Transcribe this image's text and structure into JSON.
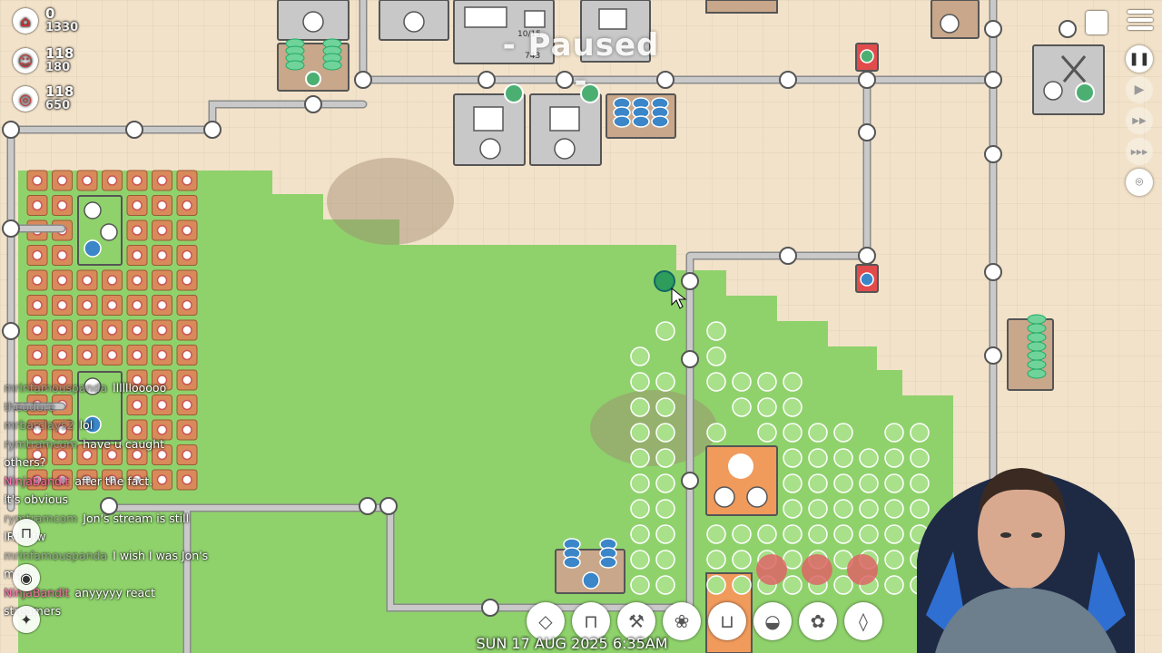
{
  "hud": {
    "stats": [
      {
        "name": "population",
        "icon": "house-icon",
        "value": "0",
        "max": "1330"
      },
      {
        "name": "happiness",
        "icon": "face-icon",
        "value": "118",
        "max": "180"
      },
      {
        "name": "target",
        "icon": "target-icon",
        "value": "118",
        "max": "650"
      }
    ],
    "paused_label": "- Paused -",
    "store_counter": {
      "top": "10/15",
      "bottom": "743"
    }
  },
  "right_controls": [
    {
      "name": "pause-button",
      "icon": "pause-icon",
      "glyph": "❚❚"
    },
    {
      "name": "play-button",
      "icon": "play-icon",
      "glyph": "▶"
    },
    {
      "name": "fast-button",
      "icon": "fast-forward-icon",
      "glyph": "▶▶"
    },
    {
      "name": "fastest-button",
      "icon": "fastest-icon",
      "glyph": "▶▶▶"
    },
    {
      "name": "screenshot-button",
      "icon": "camera-icon",
      "glyph": "⌾"
    }
  ],
  "chat": [
    {
      "user": "mrinfamouspanda",
      "text": "llllllooooo",
      "style": "dark"
    },
    {
      "user": "theodore",
      "text": "",
      "style": "dark"
    },
    {
      "user": "mrbarclays2",
      "text": "lol",
      "style": "dark"
    },
    {
      "user": "rymtramcom",
      "text": "have u caught",
      "style": "dark"
    },
    {
      "user": "",
      "text": "others?",
      "style": ""
    },
    {
      "user": "NinjaBandit",
      "text": "after the fact.",
      "style": "pink"
    },
    {
      "user": "",
      "text": "It's obvious",
      "style": ""
    },
    {
      "user": "rymtramcom",
      "text": "Jon's stream is still",
      "style": "dark"
    },
    {
      "user": "",
      "text": "IRL btw",
      "style": ""
    },
    {
      "user": "mrinfamouspanda",
      "text": "I wish I was Jon's",
      "style": "dark"
    },
    {
      "user": "",
      "text": "mod",
      "style": ""
    },
    {
      "user": "NinjaBandit",
      "text": "anyyyyy react",
      "style": "pink"
    },
    {
      "user": "",
      "text": "streamers",
      "style": ""
    }
  ],
  "toolbar": [
    {
      "name": "diamond-tool",
      "icon": "diamond-icon",
      "glyph": "◇"
    },
    {
      "name": "sofa-tool",
      "icon": "sofa-icon",
      "glyph": "⊓"
    },
    {
      "name": "hammer-tool",
      "icon": "hammer-icon",
      "glyph": "⚒"
    },
    {
      "name": "tree-tool",
      "icon": "tree-icon",
      "glyph": "❀"
    },
    {
      "name": "bag-tool",
      "icon": "bag-icon",
      "glyph": "⊔"
    },
    {
      "name": "dish-tool",
      "icon": "dish-icon",
      "glyph": "◒"
    },
    {
      "name": "sprout-tool",
      "icon": "sprout-icon",
      "glyph": "✿"
    },
    {
      "name": "water-tool",
      "icon": "water-drop-icon",
      "glyph": "◊"
    }
  ],
  "date_time": "SUN 17 AUG 2025 6:35AM",
  "colors": {
    "ground": "#f2e2c9",
    "grass": "#8ed16c",
    "building": "#c8c8c8",
    "building_border": "#555555",
    "path": "#bfbfbf",
    "node": "#ffffff",
    "orange_building": "#f09a5c",
    "brown_building": "#c8a78a",
    "water": "#3a86c9",
    "green_token": "#4caf72",
    "red_token": "#e24b4b"
  }
}
